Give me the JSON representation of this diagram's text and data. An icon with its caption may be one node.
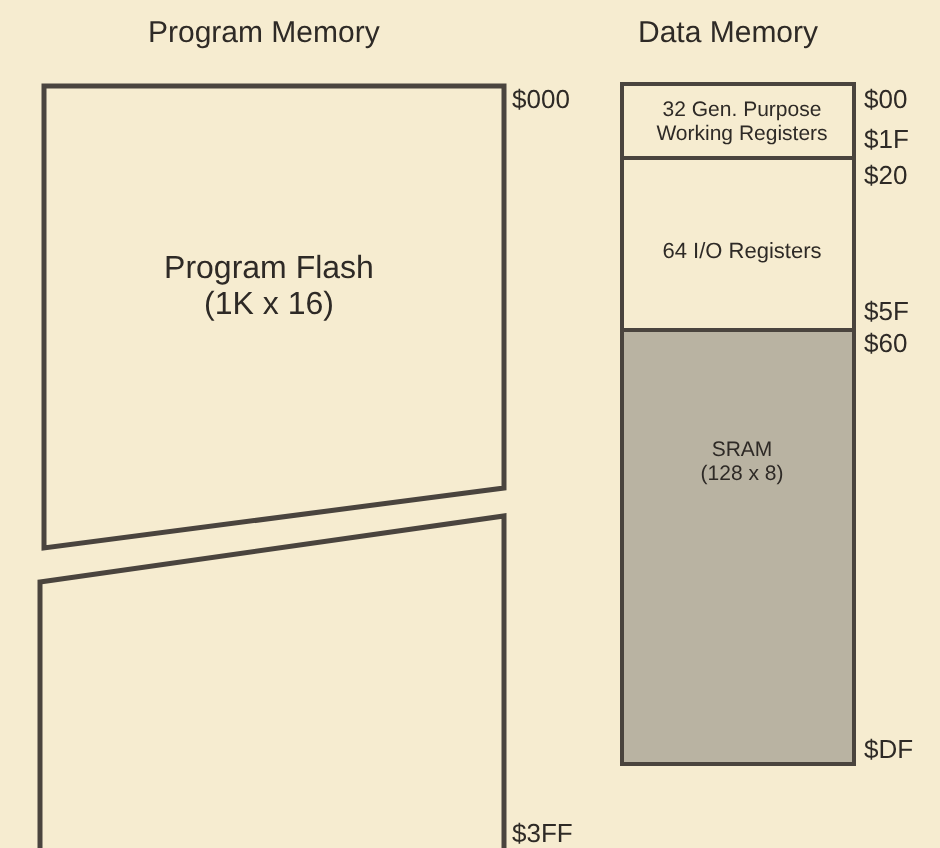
{
  "diagram": {
    "nodes": [
      {
        "text": [
          "Program Flash (1K x 16)"
        ]
      },
      {
        "text": [],
        "shape": "box"
      },
      {
        "text": [
          "32 Gen. Purpose Working Registers"
        ]
      },
      {
        "text": [
          "64 I/O Registers"
        ]
      },
      {
        "text": [
          "SRAM (128 x 8)"
        ]
      }
    ],
    "edges": [],
    "labels": [
      "Program Memory",
      "Data Memory",
      "$000",
      "$00",
      "$1F",
      "$20",
      "$5F",
      "$60",
      "$DF",
      "$3FF"
    ]
  }
}
